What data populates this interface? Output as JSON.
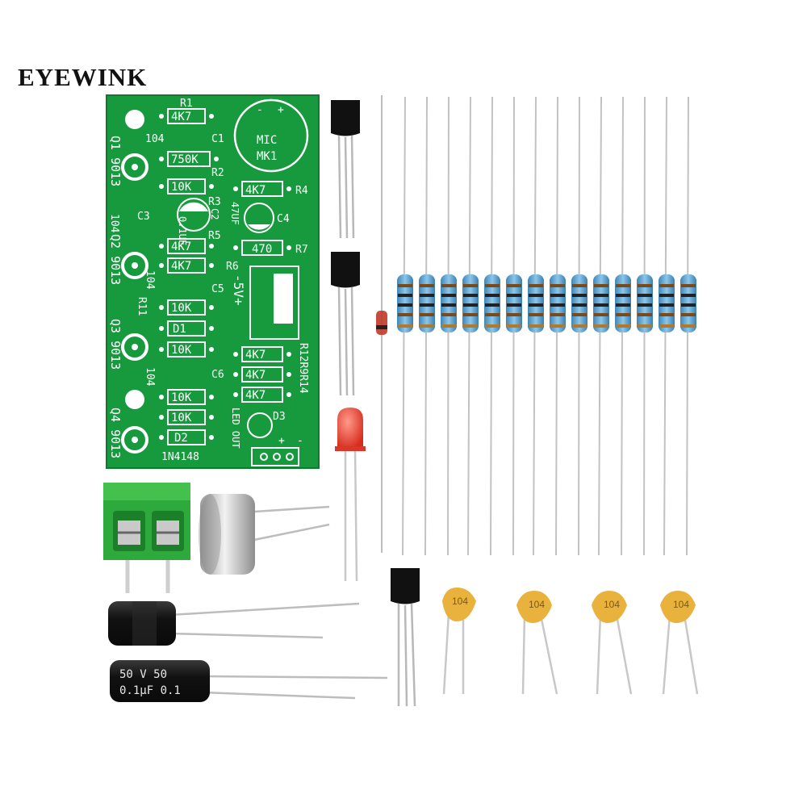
{
  "brand": {
    "name": "EYEWINK"
  },
  "pcb": {
    "labels": {
      "r1": "R1",
      "r1_val": "4K7",
      "c1_val": "104",
      "c1": "C1",
      "r2_val": "750K",
      "r2": "R2",
      "r3_val": "10K",
      "r3": "R3",
      "c2_val": "0.1UF",
      "c2": "C2",
      "r4_val": "4K7",
      "r4": "R4",
      "c4_val": "47UF",
      "c4": "C4",
      "r5_val": "4K7",
      "r5": "R5",
      "r6_val": "4K7",
      "r6": "R6",
      "r7_val": "470",
      "r7": "R7",
      "c5": "C5",
      "c5_val": "104",
      "c3_val": "104",
      "c3": "C3",
      "r11_val": "10K",
      "r11": "R11",
      "d1": "D1",
      "r_low_val": "10K",
      "c6": "C6",
      "c6_val": "104",
      "r_a_val": "10K",
      "r_b_val": "10K",
      "d2": "D2",
      "diode_part": "1N4148",
      "r12_val": "4K7",
      "r9_val": "4K7",
      "r14_val": "4K7",
      "r_right_labels": "R12R9R14",
      "d3": "D3",
      "led_out": "LED OUT",
      "plus": "+",
      "minus": "-",
      "mic_line1": "MIC",
      "mic_line2": "MK1",
      "mic_minus": "-",
      "mic_plus": "+",
      "power": "-5V+",
      "q1": "Q1 9013",
      "q2": "Q2 9013",
      "q3": "Q3 9013",
      "q4": "Q4 9013"
    }
  },
  "components": {
    "electrolytic_caps": [
      {
        "sleeve_text": "50 V  50",
        "sleeve_text2": "0.1µF 0.1"
      }
    ],
    "ceramic_caps": [
      {
        "marking": "104"
      },
      {
        "marking": "104"
      },
      {
        "marking": "104"
      },
      {
        "marking": "104"
      }
    ]
  },
  "colors": {
    "pcb_green": "#179a3e",
    "terminal_green": "#2eaa3c",
    "resistor_blue": "#5aa8d6",
    "ceramic_yellow": "#e9b23c",
    "led_red": "#e23a2a"
  }
}
